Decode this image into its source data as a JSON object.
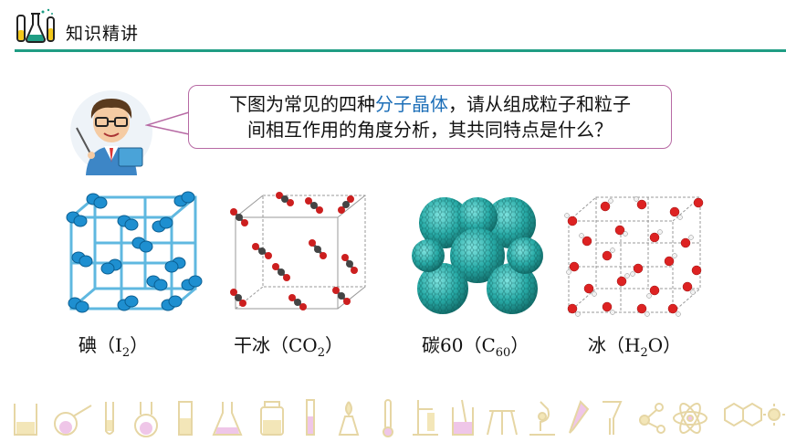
{
  "header": {
    "title": "知识精讲"
  },
  "question": {
    "line1_before": "下图为常见的四种",
    "line1_highlight": "分子晶体",
    "line1_after": "，请从组成粒子和粒子",
    "line2": "间相互作用的角度分析，其共同特点是什么？"
  },
  "crystals": [
    {
      "name": "碘（I",
      "sub": "2",
      "after": "）"
    },
    {
      "name": "干冰（CO",
      "sub": "2",
      "after": "）"
    },
    {
      "name": "碳60（C",
      "sub": "60",
      "after": "）"
    },
    {
      "name": "冰（H",
      "sub": "2",
      "after": "O）"
    }
  ],
  "colors": {
    "accent": "#1f9d84",
    "highlight": "#1d6fb8",
    "bubble_border": "#b76aa4"
  }
}
